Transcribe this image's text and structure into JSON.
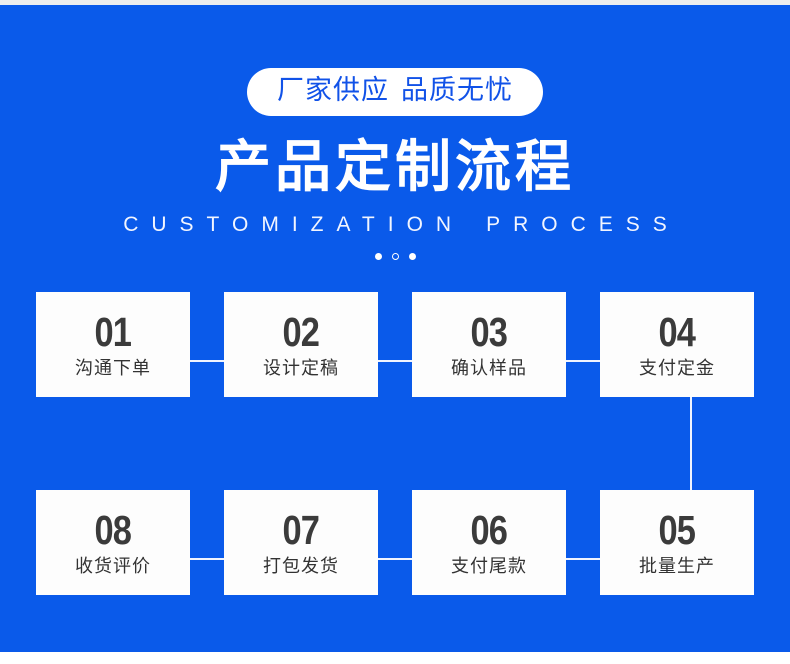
{
  "theme": {
    "background_blue": "#0a5aea",
    "card_background": "#fdfdfd",
    "number_color": "#3b3b3b",
    "label_color": "#333333",
    "pill_text_color": "#1152e8",
    "connector_color": "#f0f4ff"
  },
  "header": {
    "badge_part1": "厂家供应",
    "badge_part2": "品质无忧",
    "title": "产品定制流程",
    "subtitle_part1": "CUSTOMIZATION",
    "subtitle_part2": "PROCESS",
    "dots": [
      {
        "style": "filled"
      },
      {
        "style": "hollow"
      },
      {
        "style": "filled"
      }
    ]
  },
  "steps": {
    "row_top": [
      {
        "number": "01",
        "label": "沟通下单"
      },
      {
        "number": "02",
        "label": "设计定稿"
      },
      {
        "number": "03",
        "label": "确认样品"
      },
      {
        "number": "04",
        "label": "支付定金"
      }
    ],
    "row_bottom": [
      {
        "number": "08",
        "label": "收货评价"
      },
      {
        "number": "07",
        "label": "打包发货"
      },
      {
        "number": "06",
        "label": "支付尾款"
      },
      {
        "number": "05",
        "label": "批量生产"
      }
    ]
  }
}
